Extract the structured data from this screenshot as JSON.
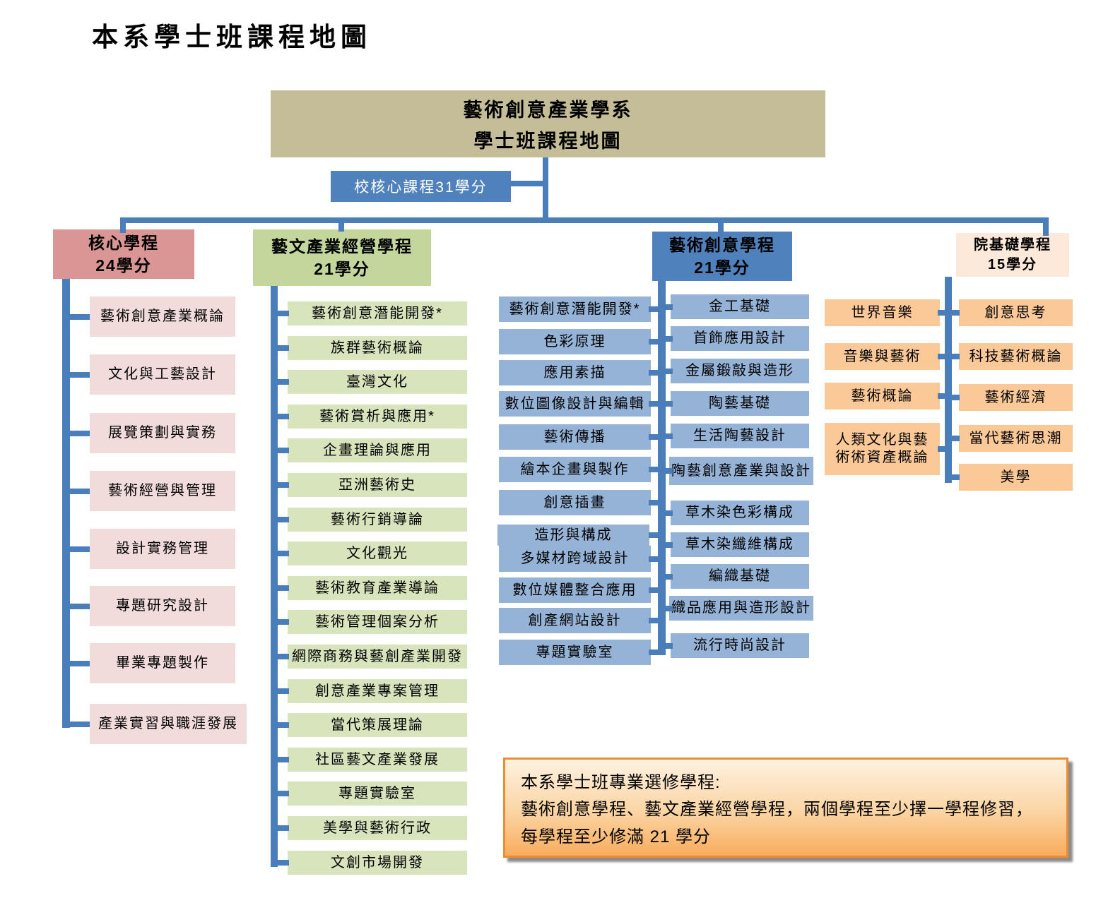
{
  "page_title": "本系學士班課程地圖",
  "root": {
    "line1": "藝術創意產業學系",
    "line2": "學士班課程地圖"
  },
  "school_core": {
    "label": "校核心課程31學分"
  },
  "columns": {
    "core": {
      "title": "核心學程",
      "credits": "24學分",
      "items": [
        "藝術創意產業概論",
        "文化與工藝設計",
        "展覽策劃與實務",
        "藝術經營與管理",
        "設計實務管理",
        "專題研究設計",
        "畢業專題製作",
        "產業實習與職涯發展"
      ]
    },
    "arts_business": {
      "title": "藝文產業經營學程",
      "credits": "21學分",
      "items": [
        "藝術創意潛能開發*",
        "族群藝術概論",
        "臺灣文化",
        "藝術賞析與應用*",
        "企畫理論與應用",
        "亞洲藝術史",
        "藝術行銷導論",
        "文化觀光",
        "藝術教育產業導論",
        "藝術管理個案分析",
        "網際商務與藝創產業開發",
        "創意產業專案管理",
        "當代策展理論",
        "社區藝文產業發展",
        "專題實驗室",
        "美學與藝術行政",
        "文創市場開發"
      ]
    },
    "art_creative": {
      "title": "藝術創意學程",
      "credits": "21學分",
      "left_items": [
        "藝術創意潛能開發*",
        "色彩原理",
        "應用素描",
        "數位圖像設計與編輯",
        "藝術傳播",
        "繪本企畫與製作",
        "創意插畫",
        "造形與構成",
        "多媒材跨域設計",
        "數位媒體整合應用",
        "創產網站設計",
        "專題實驗室"
      ],
      "right_items": [
        "金工基礎",
        "首飾應用設計",
        "金屬鍛敲與造形",
        "陶藝基礎",
        "生活陶藝設計",
        "陶藝創意產業與設計",
        "草木染色彩構成",
        "草木染纖維構成",
        "編織基礎",
        "織品應用與造形設計",
        "流行時尚設計"
      ]
    },
    "college_foundation": {
      "title": "院基礎學程",
      "credits": "15學分",
      "left_items": [
        "世界音樂",
        "音樂與藝術",
        "藝術概論",
        "人類文化與藝\n術術資產概論"
      ],
      "right_items": [
        "創意思考",
        "科技藝術概論",
        "藝術經濟",
        "當代藝術思潮",
        "美學"
      ]
    }
  },
  "note": {
    "line1": "本系學士班專業選修學程:",
    "line2": "藝術創意學程、藝文產業經營學程，兩個學程至少擇一學程修習，",
    "line3": "每學程至少修滿 21 學分"
  },
  "colors": {
    "connector": "#4A7EBB",
    "root_bg": "#C4BD97",
    "school_core_bg": "#4F81BD",
    "core_header_bg": "#D99694",
    "core_item_bg": "#F2DCDB",
    "arts_business_header_bg": "#C3D69B",
    "arts_business_item_bg": "#D7E4BC",
    "art_creative_header_bg": "#4F81BD",
    "art_creative_item_bg": "#95B3D7",
    "college_foundation_header_bg": "#FDE9D9",
    "college_foundation_item_bg": "#FBC998",
    "note_border": "#EC8C33"
  }
}
